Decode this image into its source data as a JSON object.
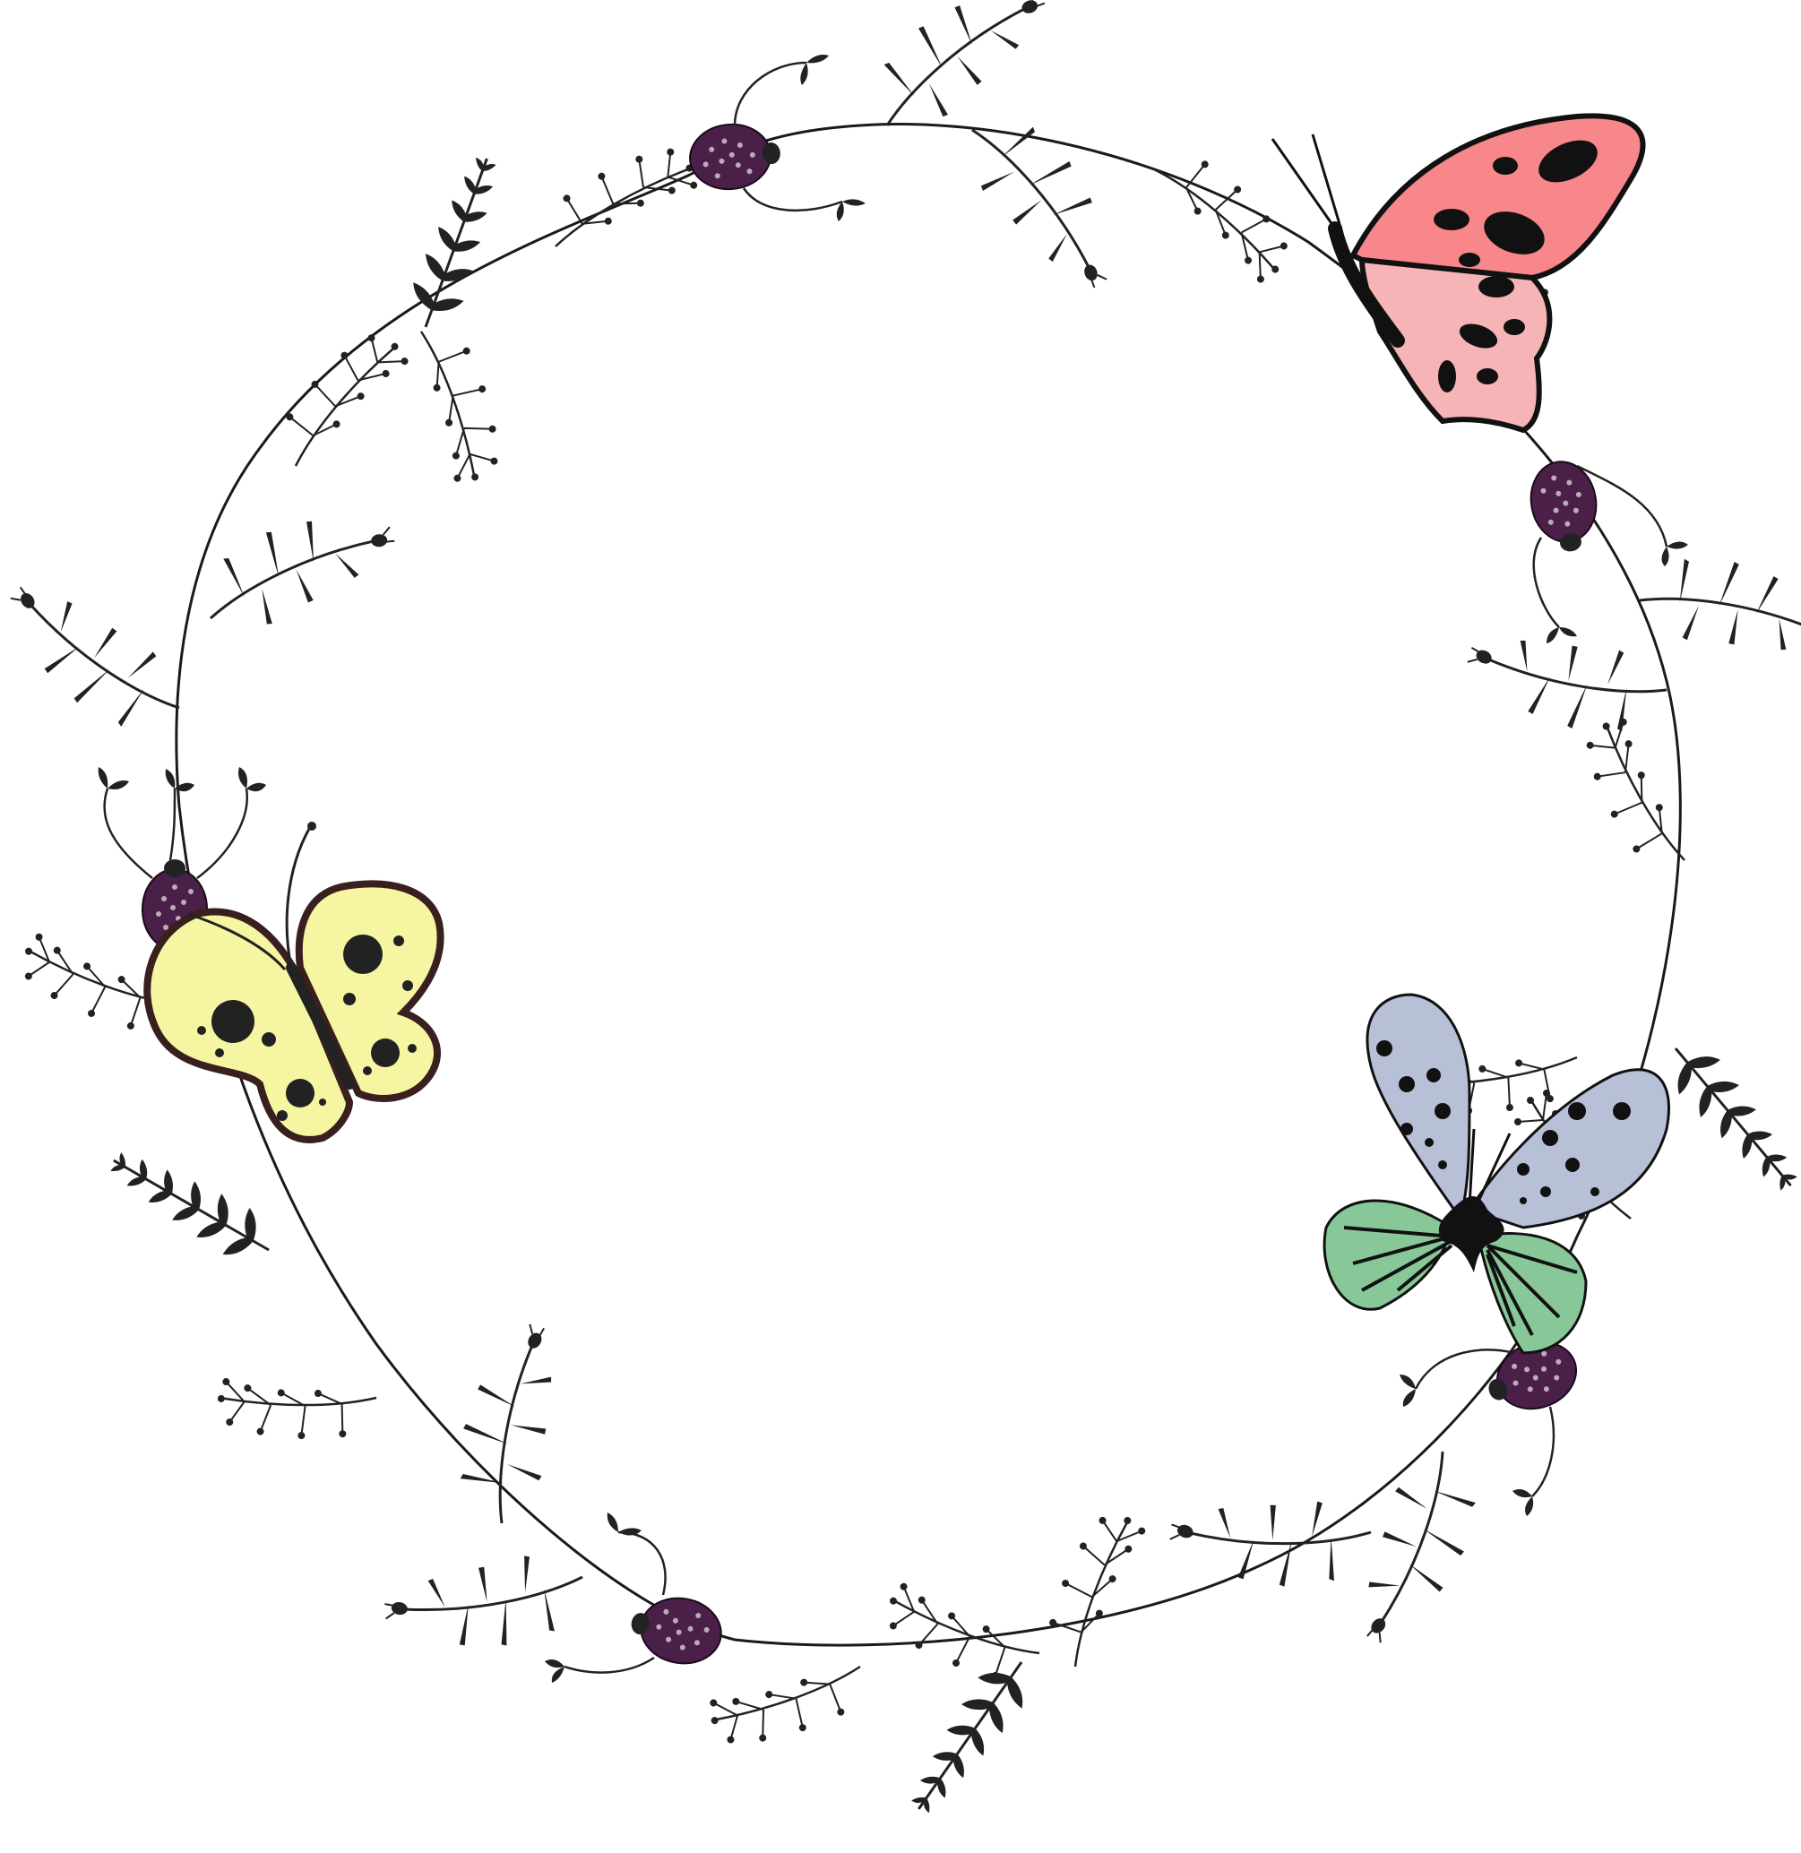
{
  "artwork": {
    "background_color": "#ffffff",
    "vine_color": "#1a1a1a",
    "leaf_color": "#222222",
    "butterflies": [
      {
        "id": "pink",
        "wing_upper": "#f7878a",
        "wing_lower": "#f7b4b7",
        "spot": "#111111"
      },
      {
        "id": "yellow",
        "wing": "#f6f6a2",
        "outline": "#3a1f1f",
        "spot": "#222222"
      },
      {
        "id": "blue-green",
        "wing_upper": "#b8c0d8",
        "wing_lower": "#88c898",
        "spot": "#111111"
      }
    ],
    "ladybug_color": "#4a1f48",
    "ladybug_dot_color": "#bbaab8"
  }
}
